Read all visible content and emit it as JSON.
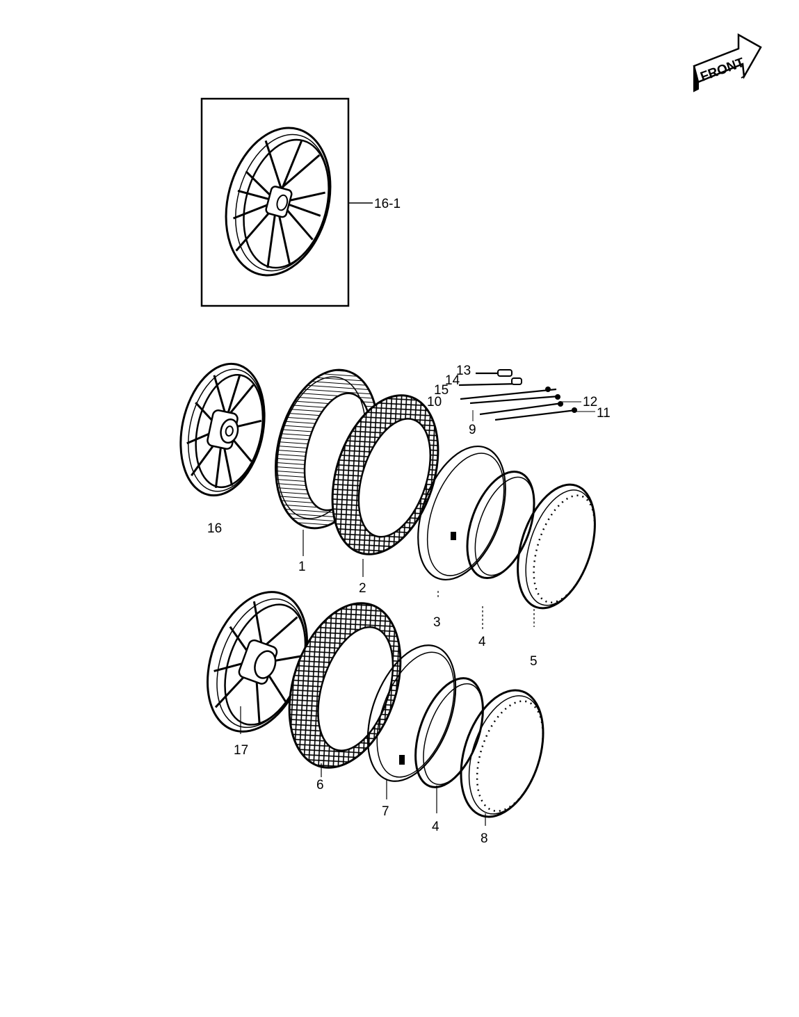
{
  "front_badge": {
    "label": "FRONT"
  },
  "callouts": {
    "c1": "1",
    "c2": "2",
    "c3": "3",
    "c4a": "4",
    "c4b": "4",
    "c5": "5",
    "c6": "6",
    "c7": "7",
    "c8": "8",
    "c9": "9",
    "c10": "10",
    "c11": "11",
    "c12": "12",
    "c13": "13",
    "c14": "14",
    "c15": "15",
    "c16": "16",
    "c16_1": "16-1",
    "c17": "17"
  }
}
